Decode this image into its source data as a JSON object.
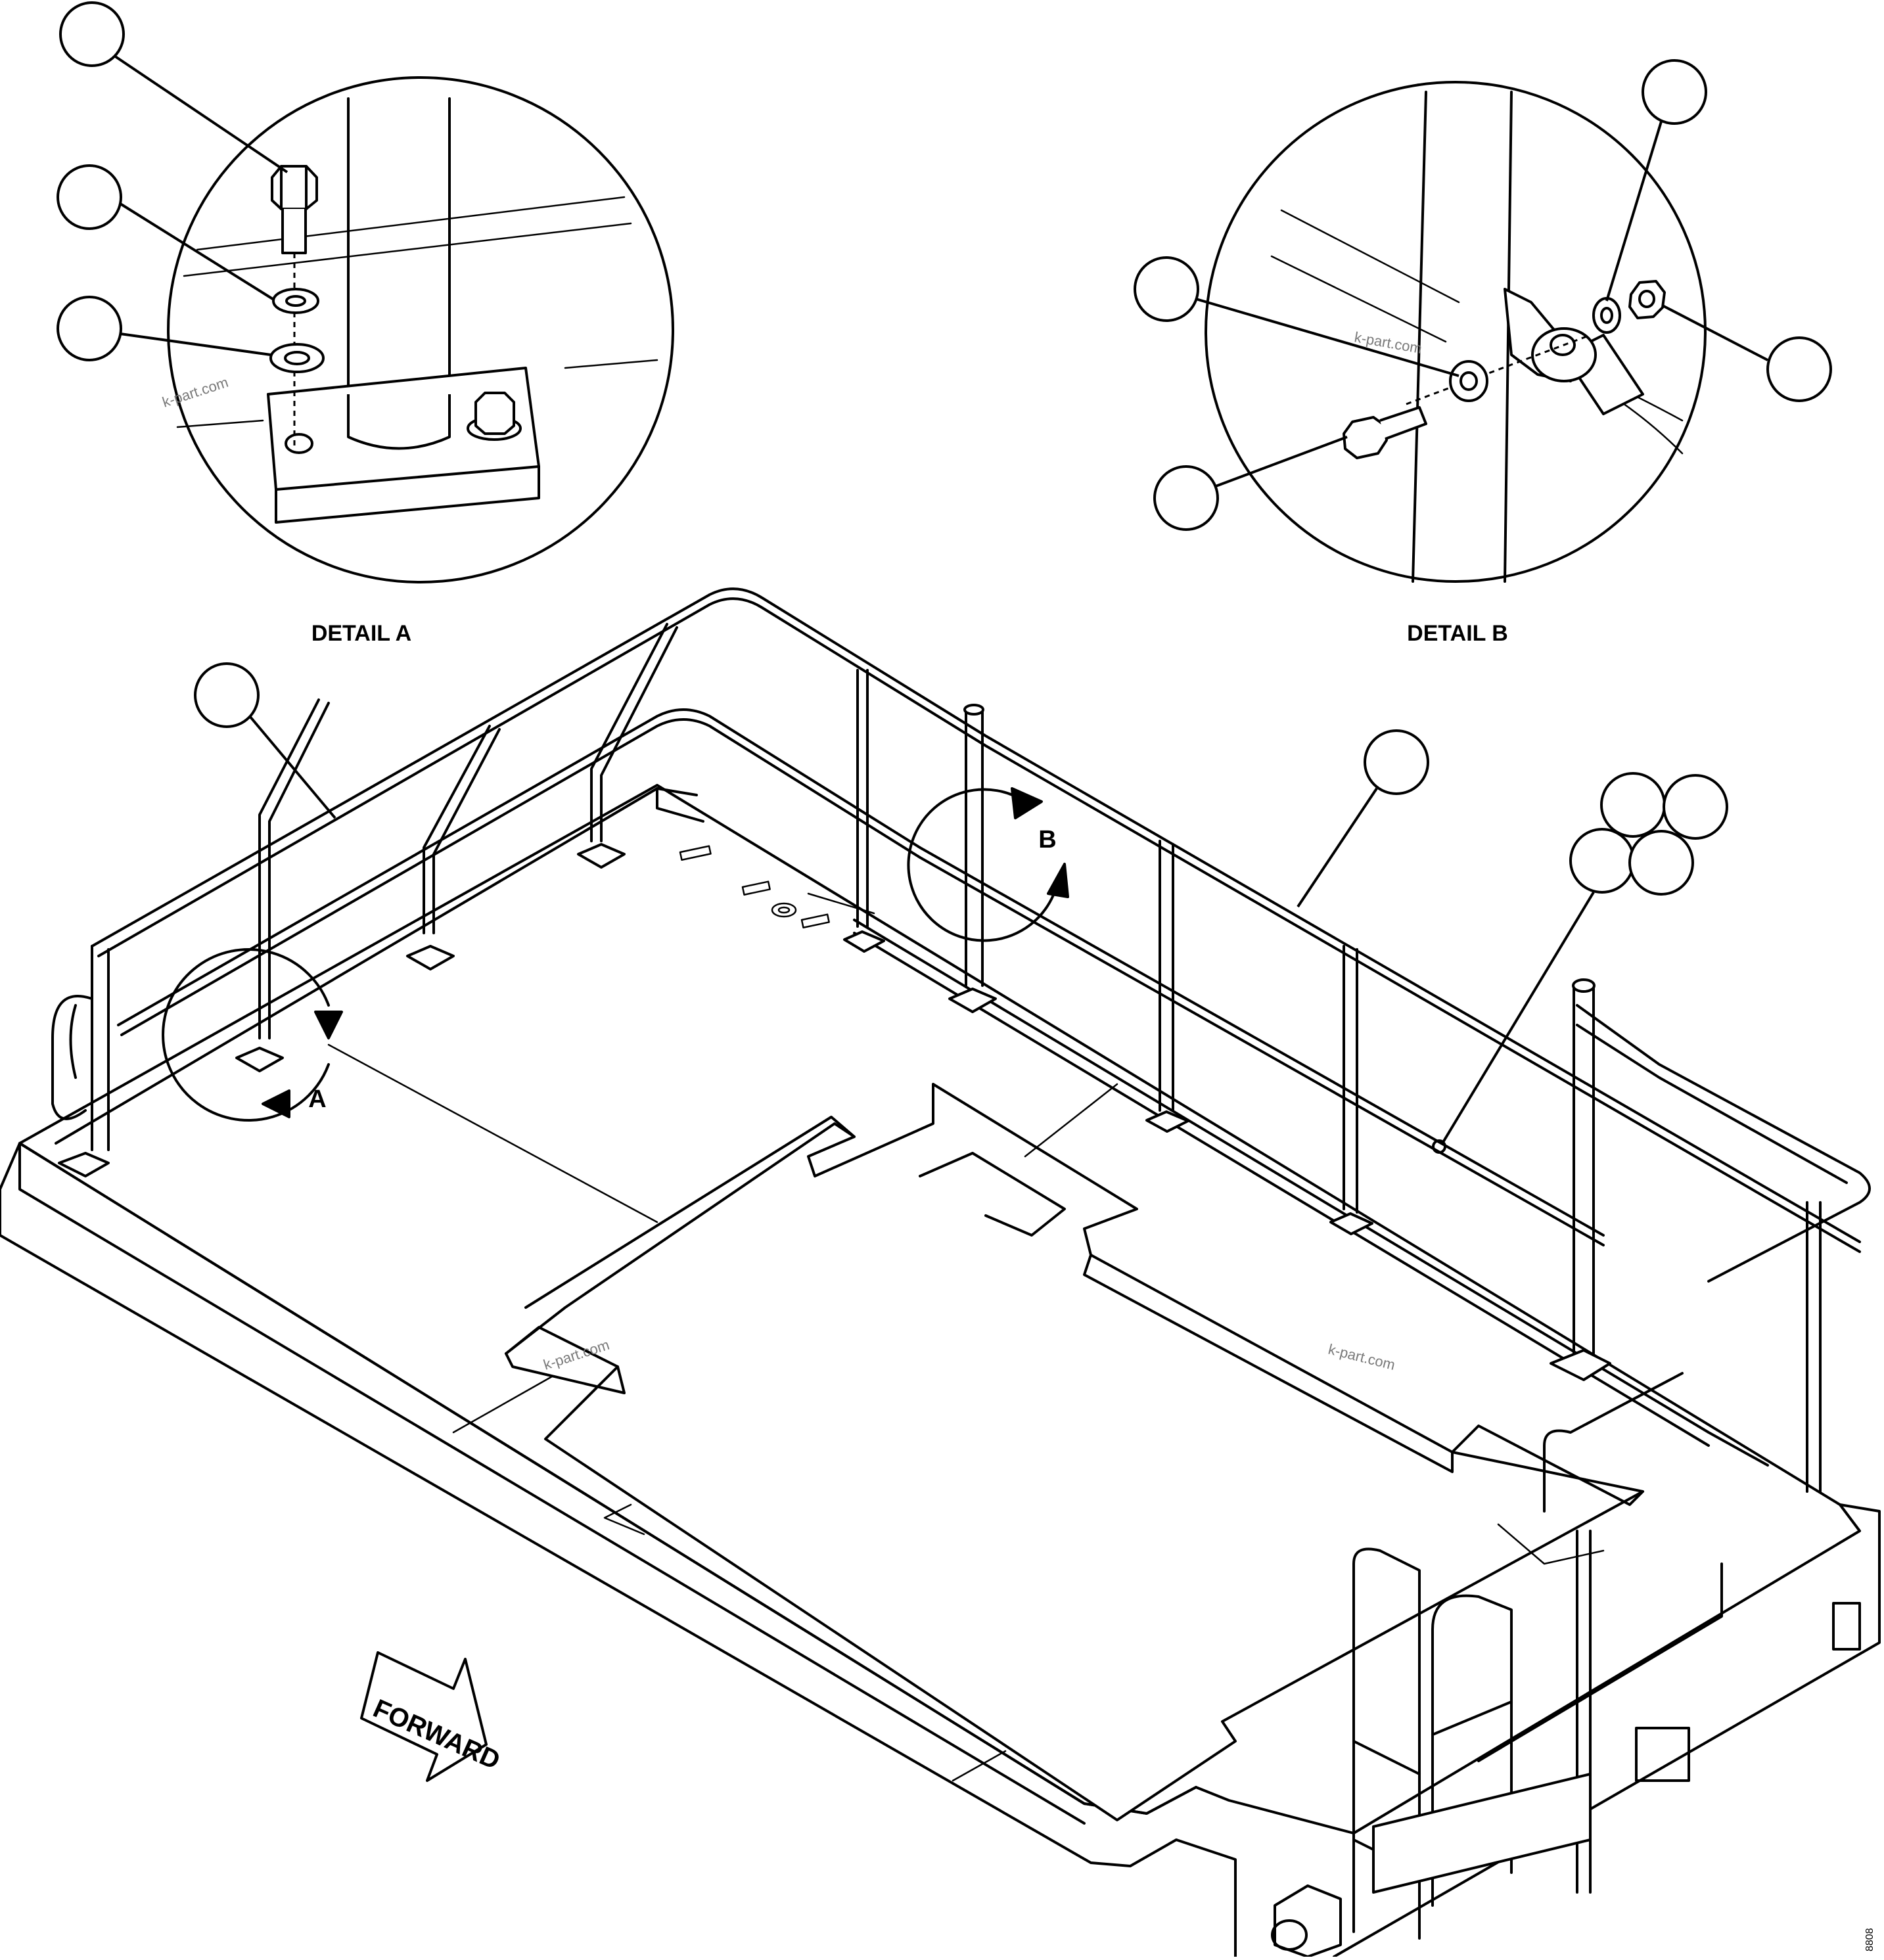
{
  "detail_a": {
    "label": "DETAIL A"
  },
  "detail_b": {
    "label": "DETAIL B"
  },
  "view_ref_a": "A",
  "view_ref_b": "B",
  "forward_label": "FORWARD",
  "watermark": "k-part.com",
  "drawing_id": "8808"
}
